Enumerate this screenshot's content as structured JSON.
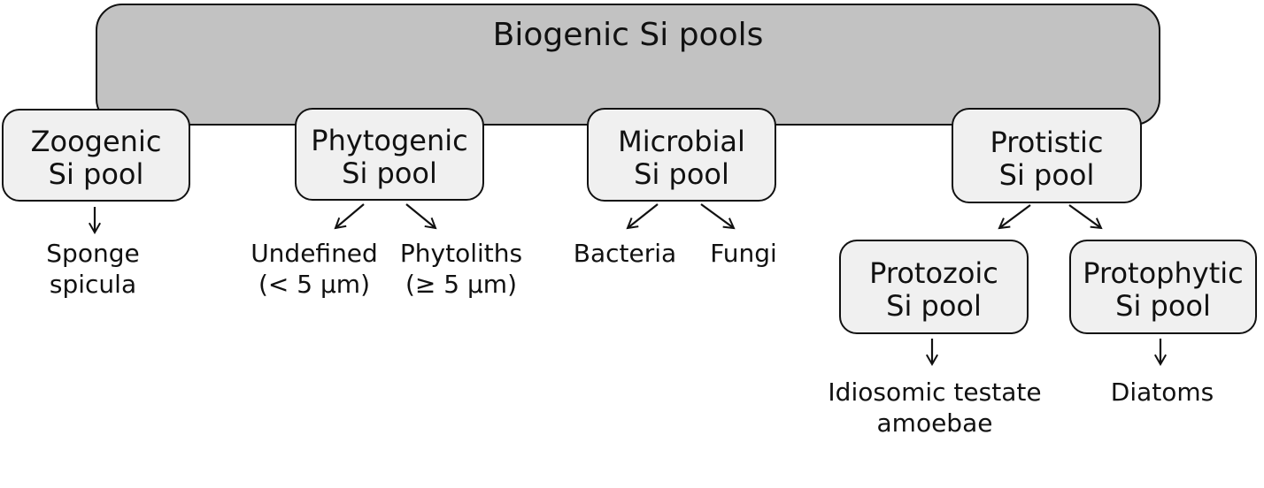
{
  "root": {
    "title": "Biogenic Si pools"
  },
  "pools": [
    {
      "line1": "Zoogenic",
      "line2": "Si pool"
    },
    {
      "line1": "Phytogenic",
      "line2": "Si pool"
    },
    {
      "line1": "Microbial",
      "line2": "Si pool"
    },
    {
      "line1": "Protistic",
      "line2": "Si pool"
    }
  ],
  "subpools": [
    {
      "line1": "Protozoic",
      "line2": "Si pool"
    },
    {
      "line1": "Protophytic",
      "line2": "Si pool"
    }
  ],
  "leaves": [
    {
      "line1": "Sponge",
      "line2": "spicula"
    },
    {
      "line1": "Undefined",
      "line2": "(< 5 μm)"
    },
    {
      "line1": "Phytoliths",
      "line2": "(≥ 5 μm)"
    },
    {
      "line1": "Bacteria",
      "line2": ""
    },
    {
      "line1": "Fungi",
      "line2": ""
    },
    {
      "line1": "Idiosomic testate",
      "line2": "amoebae"
    },
    {
      "line1": "Diatoms",
      "line2": ""
    }
  ],
  "colors": {
    "root_fill": "#c2c2c2",
    "node_fill": "#f0f0f0",
    "border": "#111111",
    "text": "#111111",
    "background": "#ffffff"
  }
}
